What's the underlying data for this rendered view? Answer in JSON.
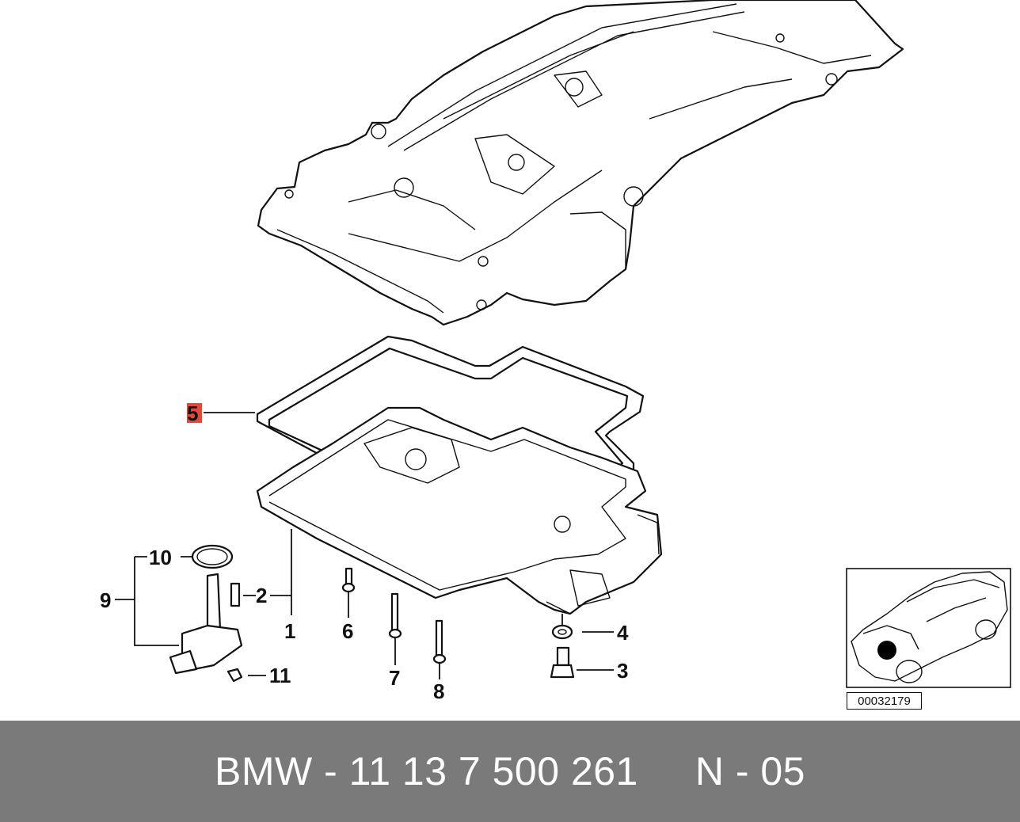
{
  "diagram": {
    "callouts": {
      "c1": "1",
      "c2": "2",
      "c3": "3",
      "c4": "4",
      "c5": "5",
      "c6": "6",
      "c7": "7",
      "c8": "8",
      "c9": "9",
      "c10": "10",
      "c11": "11"
    },
    "highlighted_callout": "5",
    "highlight_color": "#e8453c",
    "reference_code": "00032179"
  },
  "footer": {
    "text": "BMW - 11 13 7 500 261     N - 05",
    "background": "#7a7a7a"
  }
}
